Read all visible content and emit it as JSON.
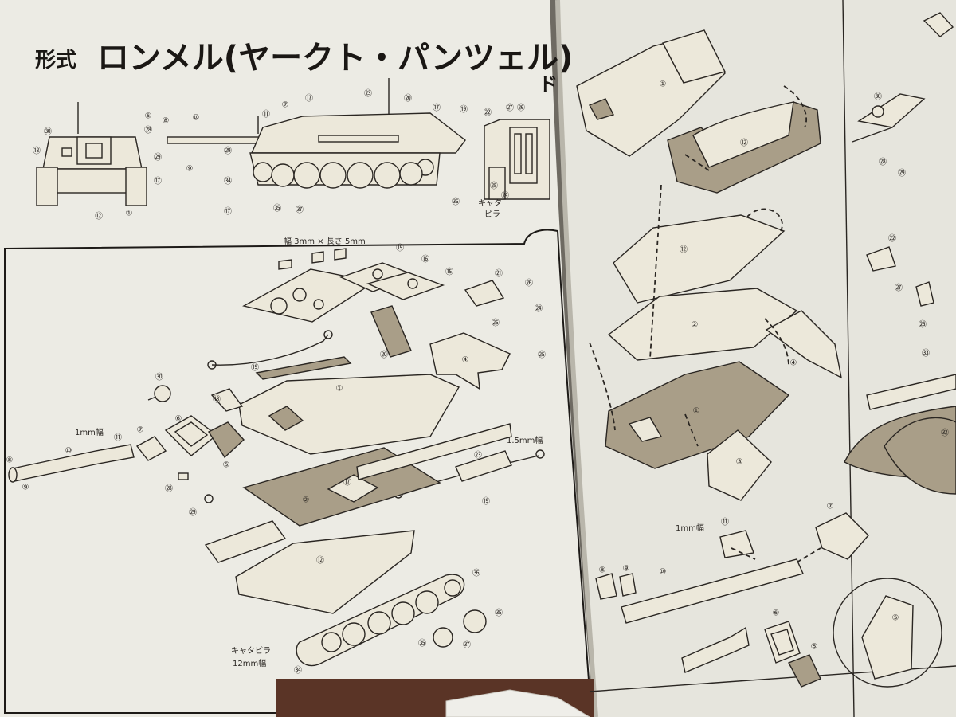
{
  "left_page": {
    "title_prefix": "形式",
    "title_main": "ロンメル(ヤークト・パンツェル)",
    "title_cut": "ド",
    "side_label_1": "キャタ",
    "side_label_2": "ピラ",
    "strip_note": "幅 3mm × 長さ 5mm",
    "barrel_note": "1mm幅",
    "rod_note": "1.5mm幅",
    "track_label": "キャタピラ",
    "track_width": "12mm幅"
  },
  "right_page": {
    "barrel_note": "1mm幅"
  },
  "part_numbers": {
    "n1": "①",
    "n2": "②",
    "n3": "③",
    "n4": "④",
    "n5": "⑤",
    "n6": "⑥",
    "n7": "⑦",
    "n8": "⑧",
    "n9": "⑨",
    "n10": "⑩",
    "n11": "⑪",
    "n12": "⑫",
    "n15": "⑮",
    "n16": "⑯",
    "n17": "⑰",
    "n18": "⑱",
    "n19": "⑲",
    "n20": "⑳",
    "n21": "㉑",
    "n22": "㉒",
    "n23": "㉓",
    "n24": "㉔",
    "n25": "㉕",
    "n26": "㉖",
    "n27": "㉗",
    "n28": "㉘",
    "n29": "㉙",
    "n30": "㉚",
    "n32": "㉜",
    "n33": "㉝",
    "n34": "㉞",
    "n35": "㉟",
    "n36": "㊱",
    "n37": "㊲"
  },
  "colors": {
    "paper_left": "#ecebe4",
    "paper_right": "#e6e5dd",
    "ink": "#2a2622",
    "shade": "#a99e88",
    "brown_block": "#5a3426",
    "gutter": "#b9b6ab"
  }
}
